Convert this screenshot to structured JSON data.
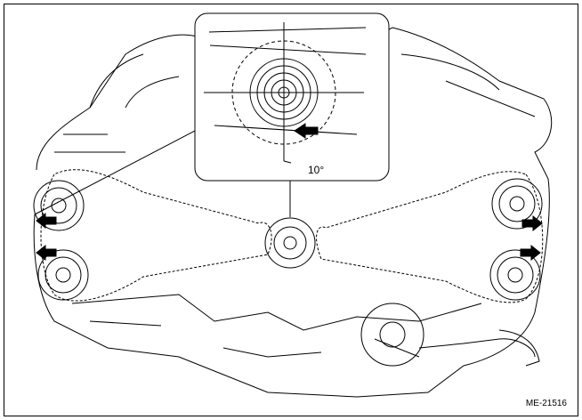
{
  "figure": {
    "id_label": "ME-21516",
    "angle_label": "10°"
  },
  "colors": {
    "line": "#000000",
    "background": "#ffffff"
  },
  "icons": {
    "arrow": "solid-black-arrow"
  }
}
